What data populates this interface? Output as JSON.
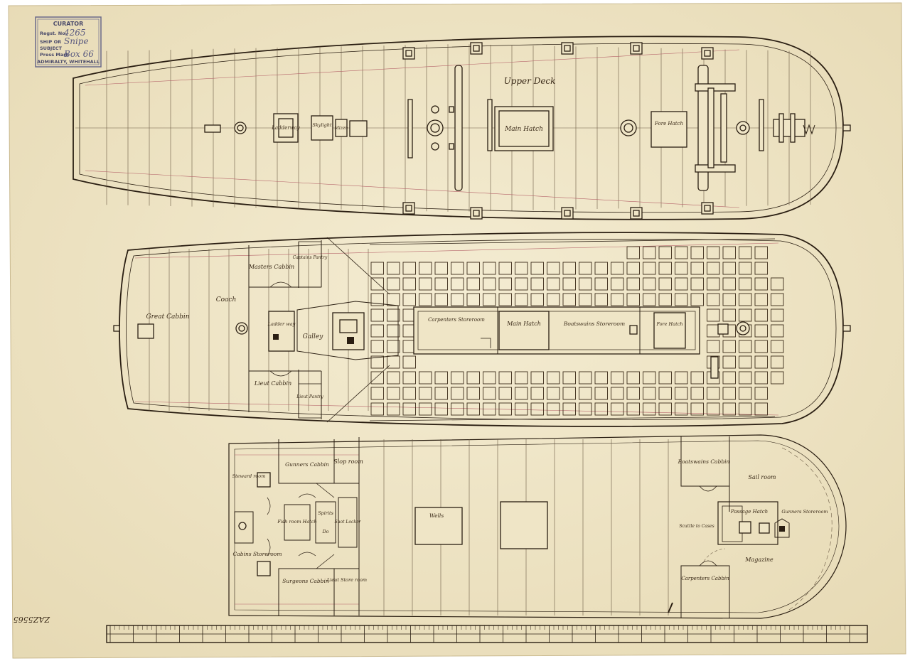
{
  "stamp": {
    "heading": "CURATOR",
    "rows": [
      {
        "label": "Regst. No.",
        "value": "4265"
      },
      {
        "label": "SHIP OR",
        "value": "Snipe"
      },
      {
        "label": "SUBJECT",
        "value": ""
      },
      {
        "label": "Press Mark",
        "value": "Box 66"
      }
    ],
    "footer": "ADMIRALTY, WHITEHALL"
  },
  "upper_deck": {
    "title": "Upper Deck",
    "labels": [
      "Ladderway",
      "Skylight",
      "Mizen",
      "Main Hatch",
      "Fore Hatch"
    ]
  },
  "lower_deck": {
    "labels": [
      "Great Cabbin",
      "Coach",
      "Masters Cabbin",
      "Captains Pantry",
      "Ladder way",
      "Galley",
      "Lieut Cabbin",
      "Lieut Pantry",
      "Carpenters Storeroom",
      "Main Hatch",
      "Boatswains Storeroom",
      "Fore Hatch"
    ]
  },
  "hold": {
    "labels": [
      "Gunners Cabbin",
      "Slop room",
      "Steward room",
      "Fish room Hatch",
      "Spirits",
      "Do",
      "Shot Locker",
      "Cabins Storeroom",
      "Surgeons Cabbin",
      "Lieut Store room",
      "Wells",
      "Boatswains Cabbin",
      "Sail room",
      "Passage Hatch",
      "Gunners Storeroom",
      "Scuttle to Cases",
      "Magazine",
      "Carpenters Cabbin"
    ]
  },
  "margin_note": "ZAZ5565",
  "colors": {
    "paper": "#efe6c8",
    "ink": "#2a1e12",
    "redline": "#b5646a",
    "stamp": "#5a5a80"
  }
}
